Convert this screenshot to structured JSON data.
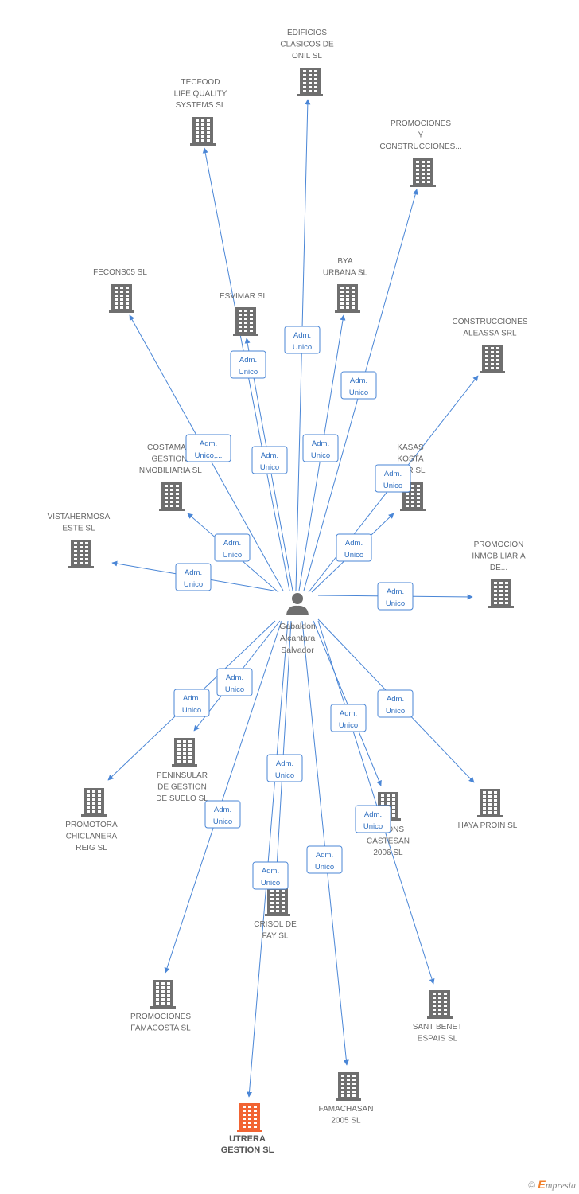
{
  "center": {
    "lines": [
      "Gabaldon",
      "Alcantara",
      "Salvador"
    ]
  },
  "colors": {
    "edge": "#4a86d6",
    "building": "#6f6f6f",
    "highlight": "#f26433"
  },
  "nodes": [
    {
      "id": "edificios-clasicos",
      "lines": [
        "EDIFICIOS",
        "CLASICOS DE",
        "ONIL SL"
      ],
      "highlight": false
    },
    {
      "id": "tecfood",
      "lines": [
        "TECFOOD",
        "LIFE QUALITY",
        "SYSTEMS SL"
      ],
      "highlight": false
    },
    {
      "id": "promociones-y-construcciones",
      "lines": [
        "PROMOCIONES",
        "Y",
        "CONSTRUCCIONES..."
      ],
      "highlight": false
    },
    {
      "id": "fecons05",
      "lines": [
        "FECONS05 SL"
      ],
      "highlight": false
    },
    {
      "id": "esvimar",
      "lines": [
        "ESVIMAR SL"
      ],
      "highlight": false
    },
    {
      "id": "bya-urbana",
      "lines": [
        "BYA",
        "URBANA SL"
      ],
      "highlight": false
    },
    {
      "id": "construcciones-aleassa",
      "lines": [
        "CONSTRUCCIONES",
        "ALEASSA SRL"
      ],
      "highlight": false
    },
    {
      "id": "costamar",
      "lines": [
        "COSTAMAR",
        "GESTION",
        "INMOBILIARIA SL"
      ],
      "highlight": false
    },
    {
      "id": "kasas-kosta",
      "lines": [
        "KASAS",
        "KOSTA",
        "...AR SL"
      ],
      "highlight": false
    },
    {
      "id": "vistahermosa",
      "lines": [
        "VISTAHERMOSA",
        "ESTE SL"
      ],
      "highlight": false
    },
    {
      "id": "promocion-inmobiliaria",
      "lines": [
        "PROMOCION",
        "INMOBILIARIA",
        "DE..."
      ],
      "highlight": false
    },
    {
      "id": "peninsular",
      "lines": [
        "PENINSULAR",
        "DE GESTION",
        "DE SUELO SL"
      ],
      "highlight": false
    },
    {
      "id": "promotora-chiclanera",
      "lines": [
        "PROMOTORA",
        "CHICLANERA",
        "REIG SL"
      ],
      "highlight": false
    },
    {
      "id": "castesan",
      "lines": [
        "...CIONS",
        "CASTESAN",
        "2006 SL"
      ],
      "highlight": false
    },
    {
      "id": "haya-proin",
      "lines": [
        "HAYA PROIN SL"
      ],
      "highlight": false
    },
    {
      "id": "crisol-de-fay",
      "lines": [
        "CRISOL DE",
        "FAY SL"
      ],
      "highlight": false
    },
    {
      "id": "promociones-famacosta",
      "lines": [
        "PROMOCIONES",
        "FAMACOSTA SL"
      ],
      "highlight": false
    },
    {
      "id": "sant-benet",
      "lines": [
        "SANT BENET",
        "ESPAIS SL"
      ],
      "highlight": false
    },
    {
      "id": "famachasan",
      "lines": [
        "FAMACHASAN",
        "2005 SL"
      ],
      "highlight": false
    },
    {
      "id": "utrera-gestion",
      "lines": [
        "UTRERA",
        "GESTION SL"
      ],
      "highlight": true
    }
  ],
  "edges": [
    {
      "target": "edificios-clasicos",
      "role": [
        "Adm.",
        "Unico"
      ]
    },
    {
      "target": "tecfood",
      "role": [
        "Adm.",
        "Unico"
      ]
    },
    {
      "target": "promociones-y-construcciones",
      "role": [
        "Adm.",
        "Unico"
      ]
    },
    {
      "target": "fecons05",
      "role": [
        "Adm.",
        "Unico,..."
      ]
    },
    {
      "target": "esvimar",
      "role": [
        "Adm.",
        "Unico"
      ]
    },
    {
      "target": "bya-urbana",
      "role": [
        "Adm.",
        "Unico"
      ]
    },
    {
      "target": "construcciones-aleassa",
      "role": [
        "Adm.",
        "Unico"
      ]
    },
    {
      "target": "costamar",
      "role": [
        "Adm.",
        "Unico"
      ]
    },
    {
      "target": "kasas-kosta",
      "role": [
        "Adm.",
        "Unico"
      ]
    },
    {
      "target": "vistahermosa",
      "role": [
        "Adm.",
        "Unico"
      ]
    },
    {
      "target": "promocion-inmobiliaria",
      "role": [
        "Adm.",
        "Unico"
      ]
    },
    {
      "target": "peninsular",
      "role": [
        "Adm.",
        "Unico"
      ]
    },
    {
      "target": "promotora-chiclanera",
      "role": [
        "Adm.",
        "Unico"
      ]
    },
    {
      "target": "castesan",
      "role": [
        "Adm.",
        "Unico"
      ]
    },
    {
      "target": "haya-proin",
      "role": [
        "Adm.",
        "Unico"
      ]
    },
    {
      "target": "crisol-de-fay",
      "role": [
        "Adm.",
        "Unico"
      ]
    },
    {
      "target": "promociones-famacosta",
      "role": [
        "Adm.",
        "Unico"
      ]
    },
    {
      "target": "sant-benet",
      "role": [
        "Adm.",
        "Unico"
      ]
    },
    {
      "target": "famachasan",
      "role": [
        "Adm.",
        "Unico"
      ]
    },
    {
      "target": "utrera-gestion",
      "role": [
        "Adm.",
        "Unico"
      ]
    }
  ],
  "footer": {
    "copyright": "©",
    "brand_initial": "E",
    "brand_rest": "mpresia"
  }
}
